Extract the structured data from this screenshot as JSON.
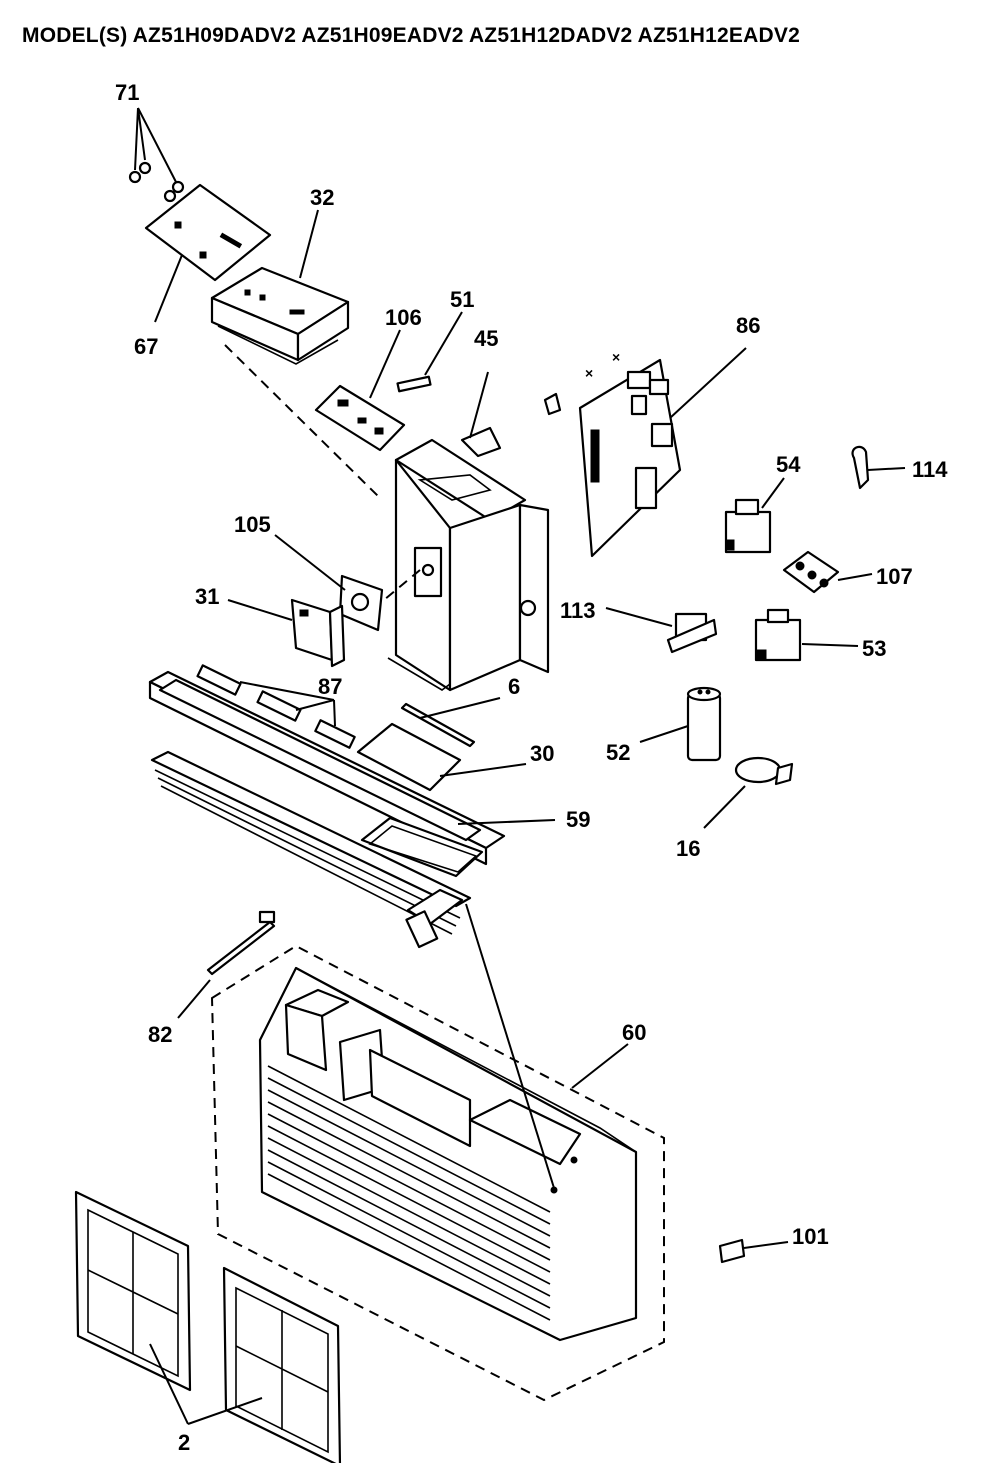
{
  "title": "MODEL(S) AZ51H09DADV2  AZ51H09EADV2  AZ51H12DADV2  AZ51H12EADV2",
  "callouts": {
    "c71": "71",
    "c32": "32",
    "c67": "67",
    "c106": "106",
    "c51": "51",
    "c45": "45",
    "c86": "86",
    "c114": "114",
    "c54": "54",
    "c107": "107",
    "c105": "105",
    "c31": "31",
    "c113": "113",
    "c53": "53",
    "c87": "87",
    "c6": "6",
    "c30": "30",
    "c52": "52",
    "c59": "59",
    "c16": "16",
    "c82": "82",
    "c60": "60",
    "c101": "101",
    "c2": "2"
  }
}
